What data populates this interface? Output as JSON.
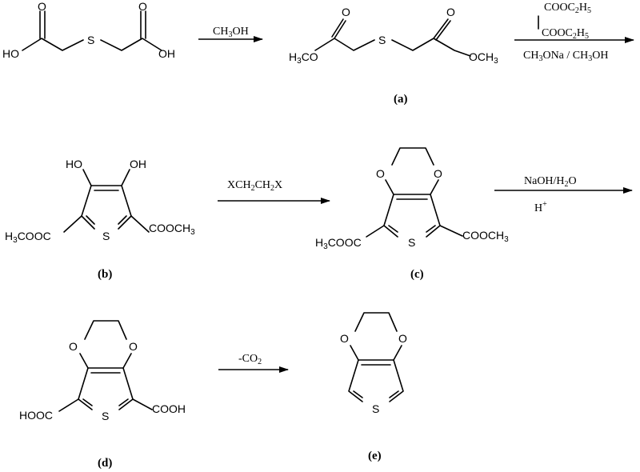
{
  "labels": {
    "a": "(a)",
    "b": "(b)",
    "c": "(c)",
    "d": "(d)",
    "e": "(e)"
  },
  "reagents": {
    "step1": "CH3OH",
    "step2_top1": "COOC2H5",
    "step2_top2": "COOC2H5",
    "step2_bottom": "CH3ONa / CH3OH",
    "step3": "XCH2CH2X",
    "step4_top": "NaOH/H2O",
    "step4_bottom": "H+",
    "step5": "-CO2"
  },
  "atoms": {
    "ho": "HO",
    "oh": "OH",
    "o": "O",
    "s": "S",
    "h3co": "H3CO",
    "och3": "OCH3",
    "h3cooc": "H3COOC",
    "cooch3": "COOCH3",
    "hooc": "HOOC",
    "cooh": "COOH"
  }
}
